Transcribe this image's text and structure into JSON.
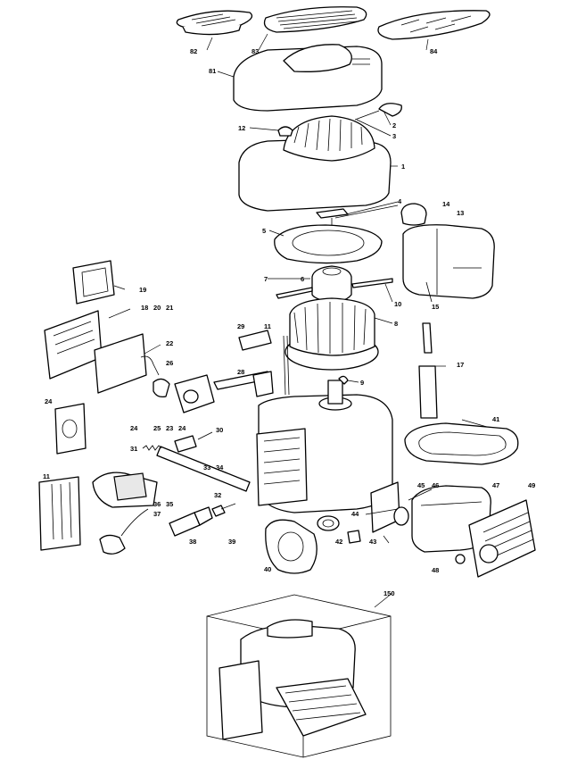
{
  "diagram": {
    "labels": [
      {
        "id": "82",
        "text": "82"
      },
      {
        "id": "83",
        "text": "83"
      },
      {
        "id": "84",
        "text": "84"
      },
      {
        "id": "81",
        "text": "81"
      },
      {
        "id": "2",
        "text": "2"
      },
      {
        "id": "3",
        "text": "3"
      },
      {
        "id": "12",
        "text": "12"
      },
      {
        "id": "1",
        "text": "1"
      },
      {
        "id": "4",
        "text": "4"
      },
      {
        "id": "14",
        "text": "14"
      },
      {
        "id": "13",
        "text": "13"
      },
      {
        "id": "5",
        "text": "5"
      },
      {
        "id": "7",
        "text": "7"
      },
      {
        "id": "6",
        "text": "6"
      },
      {
        "id": "10",
        "text": "10"
      },
      {
        "id": "15",
        "text": "15"
      },
      {
        "id": "19",
        "text": "19"
      },
      {
        "id": "18",
        "text": "18"
      },
      {
        "id": "20",
        "text": "20"
      },
      {
        "id": "21",
        "text": "21"
      },
      {
        "id": "8",
        "text": "8"
      },
      {
        "id": "29",
        "text": "29"
      },
      {
        "id": "11a",
        "text": "11"
      },
      {
        "id": "22",
        "text": "22"
      },
      {
        "id": "17",
        "text": "17"
      },
      {
        "id": "26",
        "text": "26"
      },
      {
        "id": "28",
        "text": "28"
      },
      {
        "id": "9",
        "text": "9"
      },
      {
        "id": "24a",
        "text": "24"
      },
      {
        "id": "25",
        "text": "25"
      },
      {
        "id": "23",
        "text": "23"
      },
      {
        "id": "24b",
        "text": "24"
      },
      {
        "id": "24c",
        "text": "24"
      },
      {
        "id": "41",
        "text": "41"
      },
      {
        "id": "30",
        "text": "30"
      },
      {
        "id": "31",
        "text": "31"
      },
      {
        "id": "33",
        "text": "33"
      },
      {
        "id": "34",
        "text": "34"
      },
      {
        "id": "11b",
        "text": "11"
      },
      {
        "id": "32",
        "text": "32"
      },
      {
        "id": "45",
        "text": "45"
      },
      {
        "id": "46",
        "text": "46"
      },
      {
        "id": "47",
        "text": "47"
      },
      {
        "id": "49",
        "text": "49"
      },
      {
        "id": "35",
        "text": "35"
      },
      {
        "id": "36",
        "text": "36"
      },
      {
        "id": "37",
        "text": "37"
      },
      {
        "id": "44",
        "text": "44"
      },
      {
        "id": "38",
        "text": "38"
      },
      {
        "id": "39",
        "text": "39"
      },
      {
        "id": "42",
        "text": "42"
      },
      {
        "id": "43",
        "text": "43"
      },
      {
        "id": "48",
        "text": "48"
      },
      {
        "id": "40",
        "text": "40"
      },
      {
        "id": "150",
        "text": "150"
      }
    ]
  }
}
